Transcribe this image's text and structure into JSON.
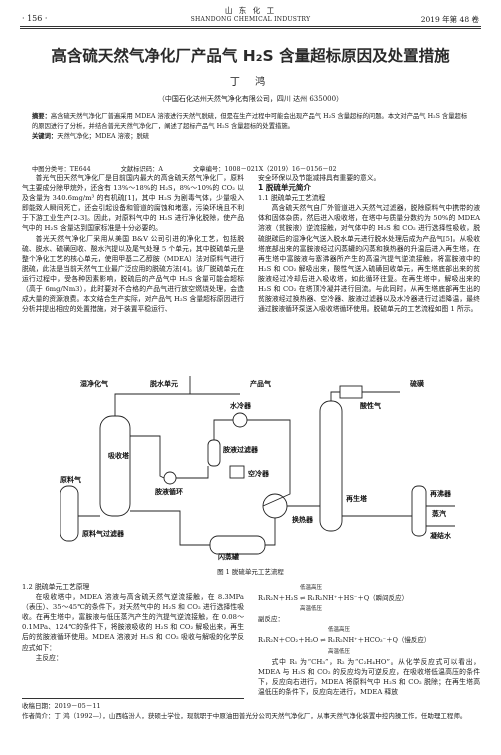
{
  "header": {
    "page": "· 156 ·",
    "journal_cn": "山 东 化 工",
    "journal_en": "SHANDONG CHEMICAL INDUSTRY",
    "issue": "2019 年第 48 卷"
  },
  "title": "高含硫天然气净化厂产品气 H₂S 含量超标原因及处置措施",
  "author": "丁 鸿",
  "affiliation": "（中国石化达州天然气净化有限公司，四川 达州 635000）",
  "abstract": {
    "label": "摘要：",
    "text": "高含硫天然气净化厂普遍采用 MDEA 溶液进行天然气脱硫，但是在生产过程中可能会出现产品气 H₂S 含量超标的问题。本文对产品气 H₂S 含量超标的原因进行了分析，并结合普光天然气净化厂，阐述了超标产品气 H₂S 含量超标的处置措施。",
    "keywords_label": "关键词：",
    "keywords": "天然气净化；MDEA 溶液；脱硫",
    "clc": "中图分类号：TE644",
    "doc_code": "文献标识码：A",
    "article_no": "文章编号：1008－021X（2019）16－0156－02"
  },
  "left_col": [
    "普光气田天然气净化厂是目前国内最大的高含硫天然气净化厂，原料气主要成分除甲烷外，还含有 13%～18%的 H₂S，8%～10%的 CO₂ 以及含量为 340.6mg/m³ 的有机硫[1]，其中 H₂S 为剧毒气体，少量吸入即能致人瞬间死亡，还会引起设备和管道的腐蚀和堵塞，污染环境且不利于下游工业生产[2-3]。因此，对原料气中的 H₂S 进行净化脱除，使产品气中的 H₂S 含量达到国家标准是十分必要的。",
    "普光天然气净化厂采用从美国 B&V 公司引进的净化工艺，包括脱硫、脱水、硫磺回收、酸水汽提以及尾气处理 5 个单元，其中脱硫单元是整个净化工艺的核心单元，使用甲基二乙醇胺（MDEA）法对原料气进行脱硫，此法是当前天然气工业最广泛应用的脱硫方法[4]。该厂脱硫单元在运行过程中，受各种因素影响，脱硫后的产品气中 H₂S 含量可能会超标（高于 6mg/Nm3），此时要对不合格的产品气进行放空燃烧处理，会造成大量的资源浪费。本文结合生产实际，对产品气 H₂S 含量超标原因进行分析并提出相应的处置措施，对于装置平稳运行、"
  ],
  "right_col": {
    "p0": "安全环保以及节能减排具有重要的意义。",
    "h1": "1  脱硫单元简介",
    "h11": "1.1  脱硫单元工艺流程",
    "p1": "高含硫天然气自厂外管道进入天然气过滤器，脱除原料气中携带的液体和固体杂质，然后进入吸收塔，在塔中与质量分数约为 50%的 MDEA 溶液（贫胺液）逆流接触，对气体中的 H₂S 和 CO₂ 进行选择性吸收，脱硫脱碳后的湿净化气送入脱水单元进行脱水处理后成为产品气[5]。从吸收塔底部出来的富胺液经过闪蒸罐的闪蒸和换热器的升温后进入再生塔，在再生塔中富胺液与塞沸器所产生的高温汽提气逆流接触，将富胺液中的 H₂S 和 CO₂ 解吸出来，酸性气送入硫磺回收单元，再生塔底部出来的贫胺液经过冷却后进入吸收塔，如此循环往复。在再生塔中，解吸出来的 H₂S 和 CO₂ 在塔顶冷凝并进行回流。与此同时，从再生塔底部再生出的贫胺液经过换热器、空冷器、胺液过滤器以及水冷器进行过滤降温，最终通过胺液循环泵送入吸收塔循环使用。脱硫单元的工艺流程如图 1 所示。"
  },
  "figure": {
    "caption": "图 1   脱硫单元工艺流程",
    "labels": {
      "wet_gas": "湿净化气",
      "dehydration": "脱水单元",
      "product_gas": "产品气",
      "acid_gas": "酸性气",
      "sulfur": "硫磺",
      "water_cooler": "水冷器",
      "absorber": "吸收塔",
      "amine_cycle": "胺液循环",
      "amine_filter": "胺液过滤器",
      "air_cooler": "空冷器",
      "raw_gas": "原料气",
      "raw_filter": "原料气过滤器",
      "reboiler": "再沸器",
      "regenerator": "再生塔",
      "exchanger": "换热器",
      "flash_tank": "闪蒸罐",
      "steam": "蒸汽",
      "condensate": "凝结水"
    }
  },
  "left_col2": {
    "h12": "1.2  脱硫单元工艺原理",
    "p1": "在吸收塔中，MDEA 溶液与高含硫天然气逆流接触，在 8.3MPa（表压）、35～45℃的条件下，对天然气中的 H₂S 和 CO₂ 进行选择性吸收。在再生塔中，富胺液与低压蒸汽产生的汽提气逆流接触，在 0.08～0.1MPa、124℃的条件下，将胺液吸收的 H₂S 和 CO₂ 解吸出来，再生后的贫胺液循环使用。MDEA 溶液对 H₂S 和 CO₂ 吸收与解吸的化学反应式如下：",
    "p2": "主反应："
  },
  "right_col2": {
    "eq1": "R₁R₂N＋H₂S ⇌ R₁R₂NH⁺＋HS⁻＋Q（瞬间反应）",
    "eq1_top": "低温高压",
    "eq1_bot": "高温低压",
    "side_label": "副反应：",
    "eq2": "R₁R₂N＋CO₂＋H₂O ⇌ R₁R₂NH⁺＋HCO₃⁻＋Q（慢反应）",
    "eq2_top": "低温高压",
    "eq2_bot": "高温低压",
    "p1": "式中 R₁ 为“CH₃”，R₂ 为“C₂H₄HO”。从化学反应式可以看出，MDEA 与 H₂S 和 CO₂ 的反应均为可逆反应，在吸收塔低温高压的条件下，反应向右进行，MDEA 将原料气中 H₂S 和 CO₂ 脱除；在再生塔高温低压的条件下，反应向左进行，MDEA 释放"
  },
  "footnote": {
    "received": "收稿日期：2019－05－11",
    "author_bio": "作者简介：丁  鸿（1992—），山西临汾人，获硕士学位，现就职于中原油田普光分公司天然气净化厂，从事天然气净化装置中控内操工作，任助理工程师。"
  }
}
